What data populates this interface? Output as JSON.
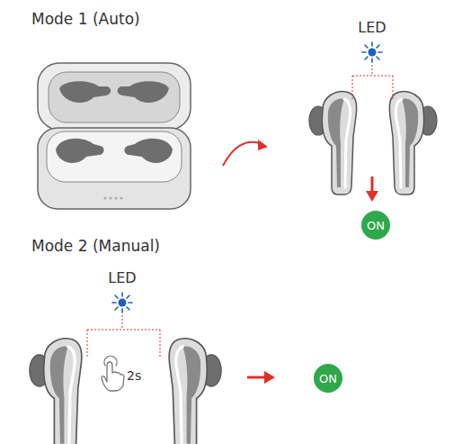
{
  "diagram": {
    "nodes": [
      {
        "text": [
          "ON"
        ]
      },
      {
        "text": [
          "ON"
        ]
      }
    ],
    "labels": [
      "Mode 1 (Auto)",
      "LED",
      "Mode 2 (Manual)",
      "LED",
      "2s"
    ]
  }
}
